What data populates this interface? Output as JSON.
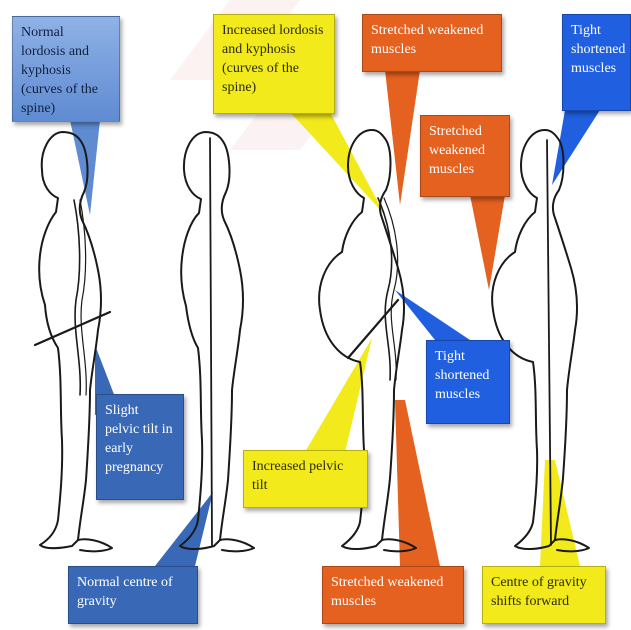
{
  "labels": {
    "normal_curves": "Normal lordosis and kyphosis (curves of the spine)",
    "increased_curves": "Increased lordosis and kyphosis (curves of the spine)",
    "stretched_top": "Stretched weakened muscles",
    "tight_top_right": "Tight shortened muscles",
    "stretched_mid": "Stretched weakened muscles",
    "tight_mid": "Tight shortened muscles",
    "slight_tilt": "Slight pelvic tilt in early pregnancy",
    "increased_tilt": "Increased pelvic tilt",
    "normal_gravity": "Normal centre of gravity",
    "stretched_bottom": "Stretched weakened muscles",
    "gravity_forward": "Centre of gravity shifts forward"
  },
  "colors": {
    "yellow": "#f2ea1a",
    "orange": "#e4611f",
    "blue_light": "#7ea3df",
    "blue_bright": "#1f5fe0",
    "blue_dark": "#3969b6",
    "outline": "#1a1a1a"
  }
}
